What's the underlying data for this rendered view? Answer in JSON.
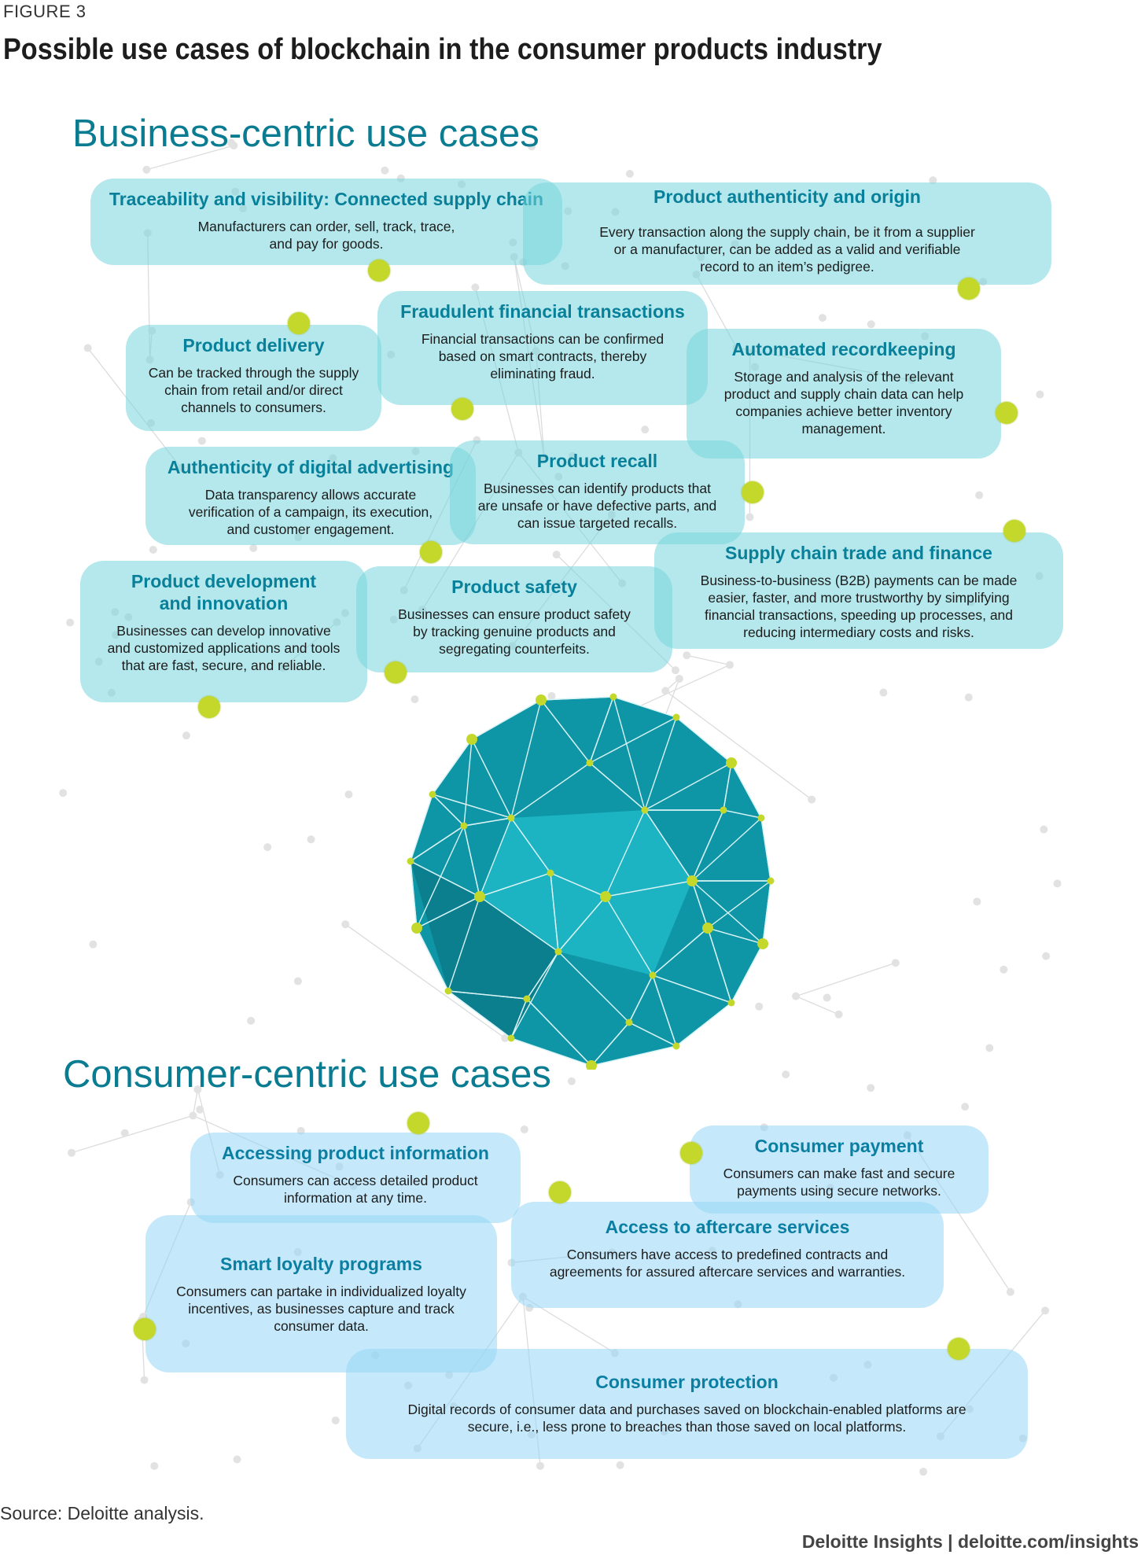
{
  "figure_label": "FIGURE 3",
  "title": "Possible use cases of blockchain in the consumer products industry",
  "business": {
    "heading": "Business-centric use cases",
    "cases": [
      {
        "title": "Traceability and visibility: Connected supply chain",
        "text": "Manufacturers can order, sell, track, trace,\nand pay for goods."
      },
      {
        "title": "Product authenticity and origin",
        "text": "Every transaction along the supply chain, be it from a supplier\nor a manufacturer, can be added as a valid and verifiable\nrecord to an item’s pedigree."
      },
      {
        "title": "Fraudulent financial transactions",
        "text": "Financial transactions can be confirmed\nbased on smart contracts, thereby\neliminating fraud."
      },
      {
        "title": "Product delivery",
        "text": "Can be tracked through the supply\nchain from retail and/or direct\nchannels to consumers."
      },
      {
        "title": "Automated recordkeeping",
        "text": "Storage and analysis of the relevant\nproduct and supply chain data can help\ncompanies achieve better inventory\nmanagement."
      },
      {
        "title": "Authenticity of digital advertising",
        "text": "Data transparency allows accurate\nverification of a campaign, its execution,\nand customer engagement."
      },
      {
        "title": "Product recall",
        "text": "Businesses can identify products that\nare unsafe or have defective parts, and\ncan issue targeted recalls."
      },
      {
        "title": "Supply chain trade and finance",
        "text": "Business-to-business (B2B) payments can be made\neasier, faster, and more trustworthy by simplifying\nfinancial transactions, speeding up processes, and\nreducing intermediary costs and risks."
      },
      {
        "title": "Product development\nand innovation",
        "text": "Businesses can develop innovative\nand customized applications and tools\nthat are fast, secure, and reliable."
      },
      {
        "title": "Product safety",
        "text": "Businesses can ensure product safety\nby tracking genuine products and\nsegregating counterfeits."
      }
    ]
  },
  "consumer": {
    "heading": "Consumer-centric use cases",
    "cases": [
      {
        "title": "Accessing product information",
        "text": "Consumers can access detailed product\ninformation at any time."
      },
      {
        "title": "Consumer payment",
        "text": "Consumers can make fast and secure\npayments using secure networks."
      },
      {
        "title": "Access to aftercare services",
        "text": "Consumers have access to predefined contracts and\nagreements for assured aftercare services and warranties."
      },
      {
        "title": "Smart loyalty programs",
        "text": "Consumers can partake in individualized loyalty\nincentives, as businesses capture and track\nconsumer data."
      },
      {
        "title": "Consumer protection",
        "text": "Digital records of consumer data and purchases saved on blockchain-enabled platforms are\nsecure, i.e., less prone to breaches than those saved on local platforms."
      }
    ]
  },
  "source": "Source: Deloitte analysis.",
  "credit": "Deloitte Insights | deloitte.com/insights",
  "colors": {
    "teal_box": "#76d6dc",
    "blue_box": "#96d7f5",
    "heading": "#0a7c92",
    "accent_dot": "#c3d82b",
    "sphere": "#0f9aaa"
  }
}
